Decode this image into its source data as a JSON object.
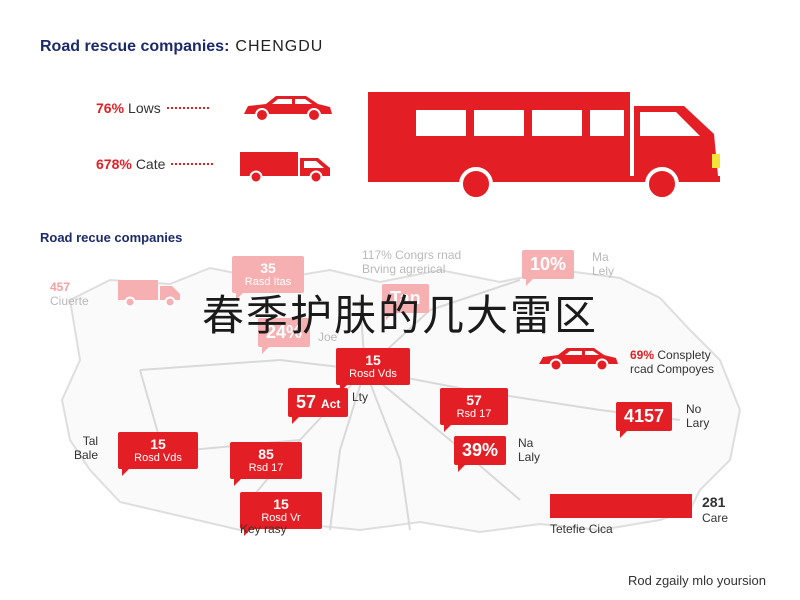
{
  "header": {
    "title": "Road rescue companies:",
    "city": "CHENGDU"
  },
  "stats": [
    {
      "pct": "76%",
      "label": "Lows"
    },
    {
      "pct": "678%",
      "label": "Cate"
    }
  ],
  "subtitle": "Road recue companies",
  "overlay_title": "春季护肤的几大雷区",
  "callouts": {
    "c1": {
      "num": "35",
      "text": "Rasd Itas"
    },
    "c2": {
      "num": "24%",
      "text": ""
    },
    "c3": {
      "num": "15",
      "text": "Rosd Vds"
    },
    "c4": {
      "num": "57",
      "text": "Act"
    },
    "c5": {
      "num": "57",
      "text": "Rsd 17"
    },
    "c6": {
      "num": "15",
      "text": "Rosd Vds"
    },
    "c7": {
      "num": "85",
      "text": "Rsd 17"
    },
    "c8": {
      "num": "39%",
      "text": ""
    },
    "c9": {
      "num": "4157",
      "text": ""
    },
    "c10": {
      "num": "15",
      "text": "Rosd Vr"
    },
    "c11": {
      "num": "10%",
      "text": ""
    },
    "c12": {
      "num": "Tan",
      "text": ""
    }
  },
  "side_texts": {
    "s1": {
      "num": "457",
      "text": "Ciuerte"
    },
    "s2": {
      "line1": "117% Congrs rnad",
      "line2": "Brving agrerical"
    },
    "s3": {
      "line1": "Ma",
      "line2": "Lely"
    },
    "s4": {
      "line1": "Lty",
      "line2": ""
    },
    "s5": {
      "line1": "Tal",
      "line2": "Bale"
    },
    "s6": {
      "line1": "Na",
      "line2": "Laly"
    },
    "s7": {
      "line1": "No",
      "line2": "Lary"
    },
    "s8": {
      "pct": "69%",
      "line1": "Consplety",
      "line2": "rcad Compoyes"
    },
    "s9": {
      "line1": "Key rasy"
    },
    "s10": {
      "line1": "Tetefie Cica"
    },
    "s11": {
      "num": "281",
      "line1": "Care"
    },
    "s12": {
      "line1": "Joe"
    }
  },
  "footer": "Rod zgaily mlo yoursion",
  "colors": {
    "accent": "#e31e24",
    "accent_light": "#f6b0b2",
    "navy": "#1b2a6b"
  },
  "icons": [
    "car-icon",
    "van-icon",
    "truck-icon"
  ]
}
